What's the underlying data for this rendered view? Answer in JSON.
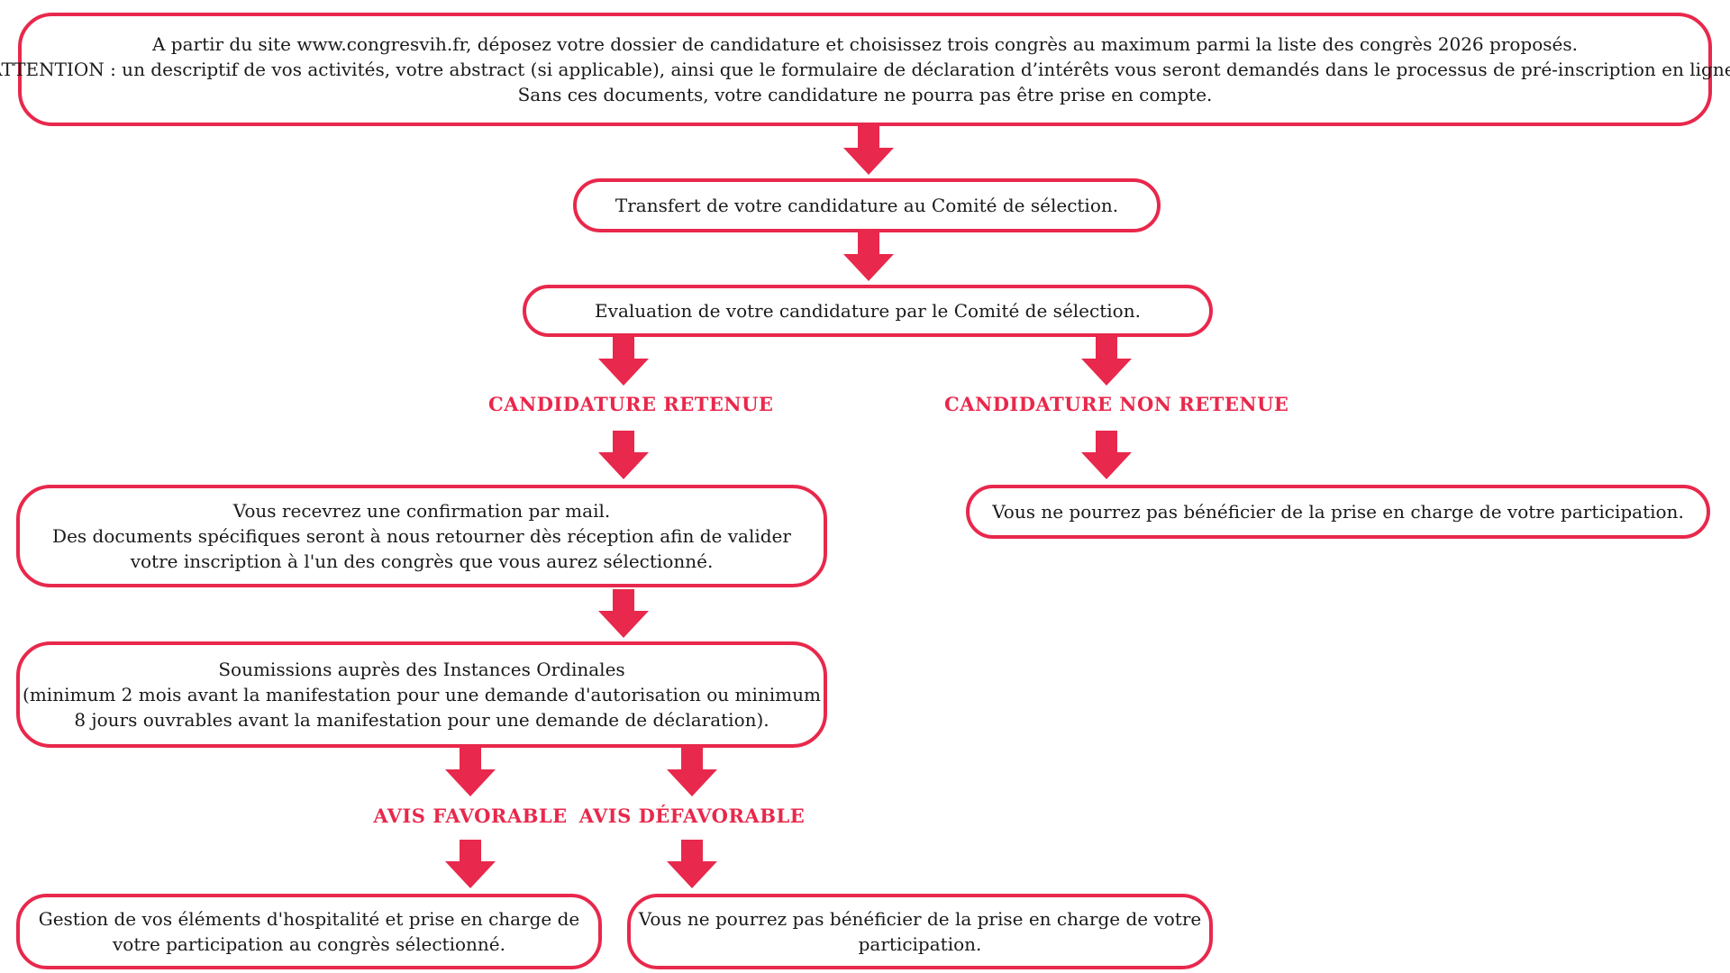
{
  "colors": {
    "accent": "#e8284c",
    "text": "#1a1a1a",
    "background": "#ffffff"
  },
  "boxes": {
    "step1": {
      "lines": [
        "A partir du site www.congresvih.fr, déposez votre dossier de candidature et choisissez trois congrès au maximum parmi la liste des congrès 2026 proposés.",
        "ATTENTION : un descriptif de vos activités, votre abstract (si applicable), ainsi que le formulaire de déclaration d’intérêts vous seront demandés dans le processus de pré-inscription en ligne.",
        "Sans ces documents, votre candidature ne pourra pas être prise en compte."
      ]
    },
    "step2": {
      "lines": [
        "Transfert de votre candidature au Comité de sélection."
      ]
    },
    "step3": {
      "lines": [
        "Evaluation de votre candidature par le Comité de sélection."
      ]
    },
    "retained_result": {
      "lines": [
        "Vous recevrez une confirmation par mail.",
        "Des documents spécifiques seront à nous retourner dès réception afin de valider",
        "votre inscription à l'un des congrès que vous aurez sélectionné."
      ]
    },
    "not_retained_result": {
      "lines": [
        "Vous ne pourrez pas bénéficier de la prise en charge de votre participation."
      ]
    },
    "submission": {
      "lines": [
        "Soumissions auprès des Instances Ordinales",
        "(minimum 2 mois avant la manifestation pour une demande d'autorisation ou minimum",
        "8 jours ouvrables avant la manifestation pour une demande de déclaration)."
      ]
    },
    "favorable_result": {
      "lines": [
        "Gestion de vos éléments d'hospitalité et prise en charge de",
        "votre participation au congrès sélectionné."
      ]
    },
    "unfavorable_result": {
      "lines": [
        "Vous ne pourrez pas bénéficier de la prise en charge de votre",
        "participation."
      ]
    }
  },
  "labels": {
    "retained": "CANDIDATURE RETENUE",
    "not_retained": "CANDIDATURE NON RETENUE",
    "favorable": "AVIS  FAVORABLE",
    "unfavorable": "AVIS  DÉFAVORABLE"
  },
  "icons": {
    "arrow": "arrow-down-icon"
  }
}
